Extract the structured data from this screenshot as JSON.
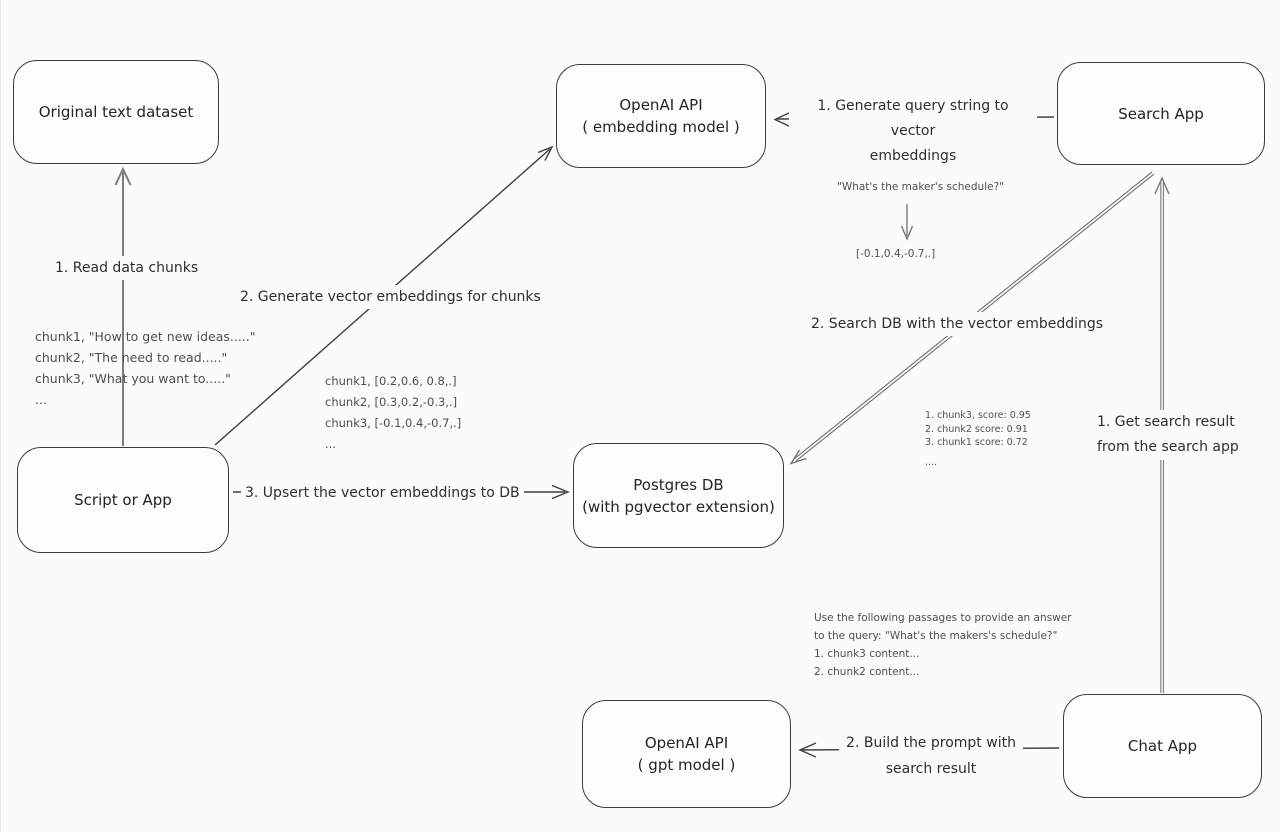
{
  "page": {
    "background": "#fbfbf9",
    "ink": "#2e2e2e",
    "line_gray": "#777777",
    "line_dark": "#3f3f3f"
  },
  "nodes": [
    {
      "id": "original-dataset",
      "lines": [
        "Original text dataset"
      ]
    },
    {
      "id": "openai-embedding",
      "lines": [
        "OpenAI API",
        "( embedding model )"
      ]
    },
    {
      "id": "search-app",
      "lines": [
        "Search App"
      ]
    },
    {
      "id": "script-app",
      "lines": [
        "Script or App"
      ]
    },
    {
      "id": "postgres-db",
      "lines": [
        "Postgres DB",
        "(with pgvector extension)"
      ]
    },
    {
      "id": "openai-gpt",
      "lines": [
        "OpenAI API",
        "( gpt model )"
      ]
    },
    {
      "id": "chat-app",
      "lines": [
        "Chat App"
      ]
    }
  ],
  "edge_labels": {
    "read_chunks": "1. Read data chunks",
    "gen_embeddings": "2. Generate vector embeddings for chunks",
    "upsert": "3. Upsert the vector embeddings  to DB",
    "query_to_vector_line1": "1. Generate query string to vector",
    "query_to_vector_line2": "embeddings",
    "search_db": "2. Search DB with the vector embeddings",
    "get_result_line1": "1. Get search result",
    "get_result_line2": "from the search app",
    "build_prompt_line1": "2. Build the prompt with",
    "build_prompt_line2": "search result"
  },
  "annotations": {
    "chunk_texts": {
      "lines": [
        "chunk1, \"How to get new ideas.....\"",
        "chunk2, \"The need to read.....\"",
        "chunk3, \"What you want to.....\"",
        "..."
      ]
    },
    "chunk_vectors": {
      "lines": [
        "chunk1, [0.2,0.6, 0.8,.]",
        "chunk2, [0.3,0.2,-0.3,.]",
        "chunk3, [-0.1,0.4,-0.7,.]",
        "..."
      ]
    },
    "query_string": "\"What's the maker's schedule?\"",
    "query_vector": "[-0.1,0.4,-0.7,.]",
    "search_scores": {
      "lines": [
        "1. chunk3, score: 0.95",
        "2. chunk2 score: 0.91",
        "3. chunk1 score: 0.72",
        "...."
      ]
    },
    "prompt": {
      "lines": [
        "Use the following passages to provide an answer",
        "to the query: \"What's the makers's schedule?\"",
        "1. chunk3 content...",
        "2. chunk2 content..."
      ]
    }
  }
}
